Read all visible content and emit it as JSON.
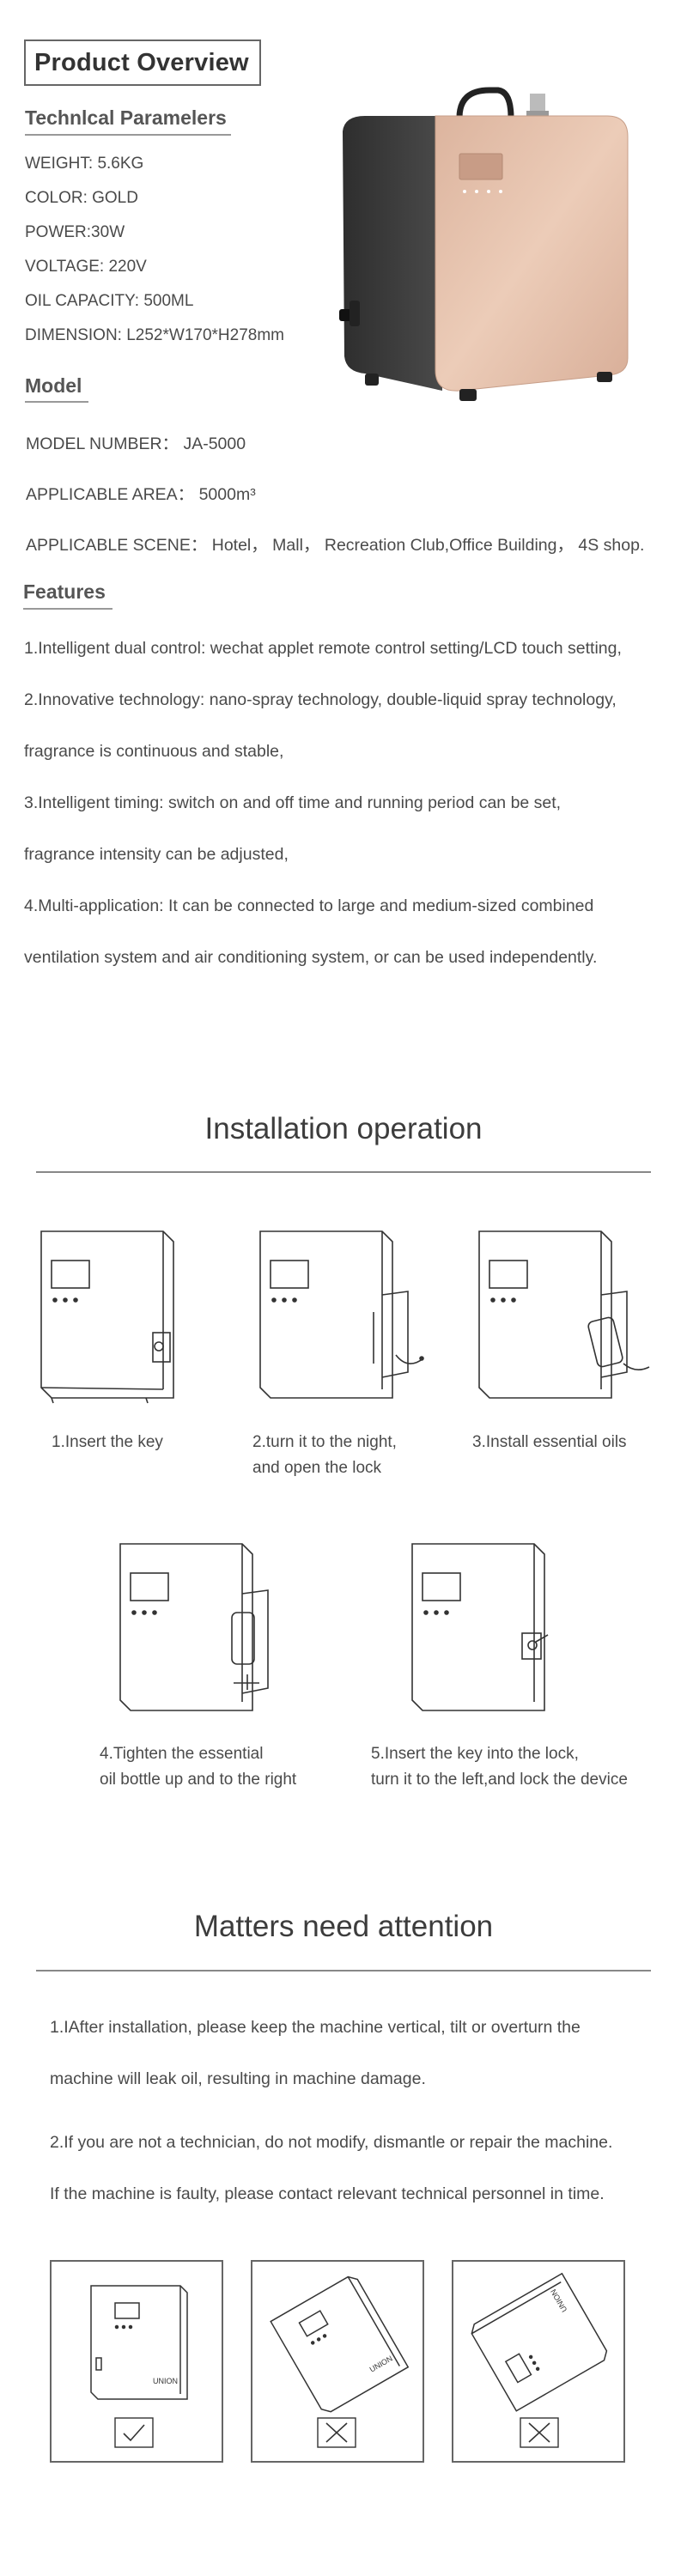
{
  "header": {
    "title": "Product Overview"
  },
  "technical": {
    "heading": "Technlcal Paramelers",
    "specs": [
      "WEIGHT: 5.6KG",
      "COLOR: GOLD",
      "POWER:30W",
      "VOLTAGE: 220V",
      "OIL CAPACITY: 500ML",
      "DIMENSION: L252*W170*H278mm"
    ]
  },
  "model": {
    "heading": "Model",
    "number": "MODEL NUMBER： JA-5000",
    "area": "APPLICABLE AREA： 5000m³",
    "scene": "APPLICABLE SCENE： Hotel， Mall， Recreation Club,Office Building， 4S shop."
  },
  "features": {
    "heading": "Features",
    "lines": [
      "1.Intelligent dual control: wechat applet remote control setting/LCD touch setting,",
      "2.Innovative technology: nano-spray technology, double-liquid spray technology,",
      "fragrance is continuous and stable,",
      "3.Intelligent timing: switch on and off time and running period can be set,",
      "fragrance intensity can be adjusted,",
      "4.Multi-application: It can be connected to large and medium-sized combined",
      "ventilation system and air conditioning system, or can be used independently."
    ]
  },
  "installation": {
    "heading": "Installation operation",
    "steps": [
      {
        "line1": "1.Insert the key",
        "line2": ""
      },
      {
        "line1": "2.turn it to the night,",
        "line2": "and open the lock"
      },
      {
        "line1": "3.Install essential oils",
        "line2": ""
      },
      {
        "line1": "4.Tighten the essential",
        "line2": "oil bottle up and to the right"
      },
      {
        "line1": "5.Insert the key into the lock,",
        "line2": "turn it to the left,and lock the device"
      }
    ]
  },
  "attention": {
    "heading": "Matters need attention",
    "lines": [
      "1.IAfter installation, please keep the machine vertical, tilt or overturn the",
      "machine will leak oil, resulting in machine damage.",
      "2.If you are not a technician, do not modify, dismantle or repair the machine.",
      " If the machine is faulty, please contact relevant technical personnel in time."
    ],
    "brand": "UNION",
    "marks": [
      "check-mark",
      "cross-mark",
      "cross-mark"
    ]
  },
  "colors": {
    "gold_panel": "#e6c3ad",
    "body_dark": "#3a3a3a",
    "line": "#888888"
  }
}
